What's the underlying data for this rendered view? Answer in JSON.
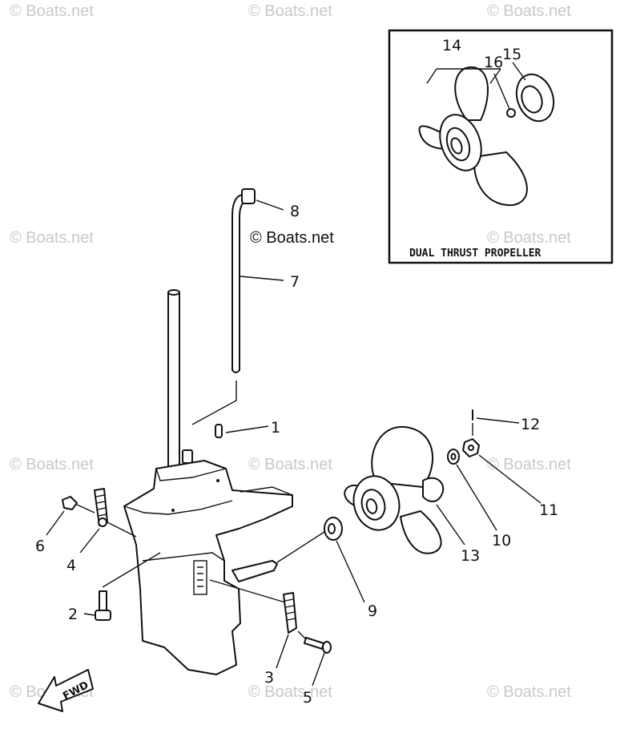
{
  "watermark": "© Boats.net",
  "copyright": "© Boats.net",
  "inset": {
    "title": "DUAL THRUST PROPELLER",
    "callouts": [
      "14",
      "16",
      "15"
    ]
  },
  "fwd_arrow": {
    "label": "FWD"
  },
  "callouts": [
    "1",
    "2",
    "3",
    "4",
    "5",
    "6",
    "7",
    "8",
    "9",
    "10",
    "11",
    "12",
    "13"
  ]
}
